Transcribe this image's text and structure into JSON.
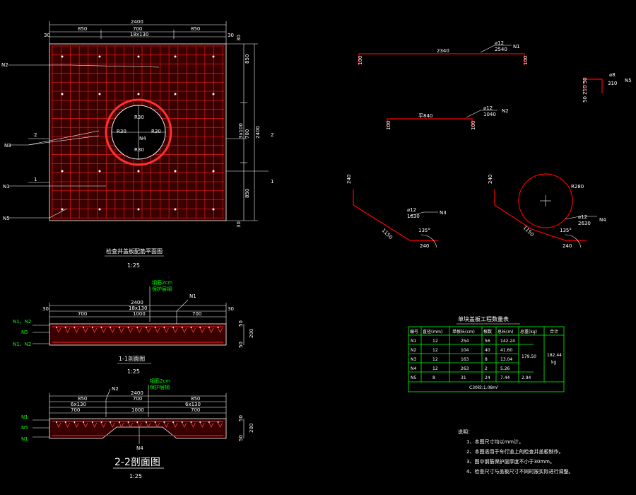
{
  "plan": {
    "top_dims": {
      "total": "2400",
      "left": "850",
      "mid": "700",
      "right": "850",
      "spacing": "18x130",
      "edge_l": "30",
      "edge_r": "30"
    },
    "right_dims": {
      "top": "30",
      "d1": "850",
      "d2": "3x100",
      "d3": "700",
      "total": "2400",
      "d4": "850",
      "bottom": "30"
    },
    "hole_dims": {
      "up": "R30",
      "left": "R30",
      "right": "R30",
      "down": "R30",
      "n4": "N4"
    },
    "labels": {
      "n2": "N2",
      "n3": "N3",
      "n1": "N1",
      "n5": "N5",
      "sec2_left": "2",
      "sec2_right": "2",
      "sec1_left": "1",
      "sec1_right": "1"
    },
    "title": "检查井盖板配筋平面图",
    "scale": "1:25"
  },
  "section1": {
    "top_note": "钢筋2cm",
    "top_note2": "保护层钢",
    "n1_top": "N1",
    "dims": {
      "total": "2400",
      "spacing": "18x130",
      "a": "700",
      "b": "1000",
      "c": "700",
      "e1": "30",
      "e2": "30"
    },
    "left_labels": [
      "N1、N2",
      "N5",
      "N1、N2"
    ],
    "right_dims": [
      "50",
      "200",
      "50"
    ],
    "title": "1-1剖面图",
    "scale": "1:25"
  },
  "section2": {
    "top_note": "钢筋2cm",
    "top_note2": "保护层钢",
    "n2_top": "N2",
    "dims": {
      "total": "2400",
      "a": "850",
      "b": "700",
      "c": "850",
      "sa": "6x130",
      "sb": "6x130",
      "d": "700",
      "e": "1000",
      "f": "700"
    },
    "left_labels": [
      "N1",
      "N5",
      "N1"
    ],
    "right_dims": [
      "50",
      "200",
      "50"
    ],
    "n4_bottom": "N4",
    "title": "2-2剖面图",
    "scale": "1:25"
  },
  "bars": {
    "n1": {
      "label": "N1",
      "dia": "⌀12",
      "len": "2540",
      "seg": "2340",
      "hook_l": "100",
      "hook_r": "100"
    },
    "n2": {
      "label": "N2",
      "dia": "⌀12",
      "len": "1040",
      "seg": "平840",
      "hook_l": "100",
      "hook_r": "100"
    },
    "n5": {
      "label": "N5",
      "dia": "⌀8",
      "len": "310",
      "dims": "50 210 50"
    },
    "n3": {
      "label": "N3",
      "dia": "⌀12",
      "len": "1630",
      "a": "240",
      "b": "1150",
      "c": "240",
      "ang": "135°"
    },
    "n4": {
      "label": "N4",
      "dia": "⌀12",
      "len": "2630",
      "a": "240",
      "b": "1150",
      "c": "240",
      "ang": "135°",
      "r": "R280"
    }
  },
  "table": {
    "title": "单块盖板工程数量表",
    "headers": [
      "编号",
      "直径(mm)",
      "单根长(cm)",
      "根数",
      "总长(m)",
      "总重(kg)",
      "合计"
    ],
    "rows": [
      [
        "N1",
        "12",
        "254",
        "56",
        "142.24"
      ],
      [
        "N2",
        "12",
        "104",
        "40",
        "41.60"
      ],
      [
        "N3",
        "12",
        "163",
        "8",
        "13.04"
      ],
      [
        "N4",
        "12",
        "263",
        "2",
        "5.26"
      ],
      [
        "N5",
        "8",
        "31",
        "24",
        "7.44"
      ]
    ],
    "weight_12": "179.50",
    "weight_8": "2.94",
    "total": "182.44",
    "total_unit": "kg",
    "footer": "C30砼:1.08m³"
  },
  "notes": {
    "title": "说明：",
    "items": [
      "1、本图尺寸均以mm计。",
      "2、本图适用于车行道上的检查井盖板制作。",
      "3、图中钢筋保护层厚度不小于30mm。",
      "4、检查尺寸与盖板尺寸不同时按实际进行调整。"
    ]
  },
  "colors": {
    "bg": "#000000",
    "line": "#ffffff",
    "rebar": "#ff0000",
    "fill": "#3a0000",
    "text_green": "#00ff00",
    "table_line": "#00ff00"
  }
}
